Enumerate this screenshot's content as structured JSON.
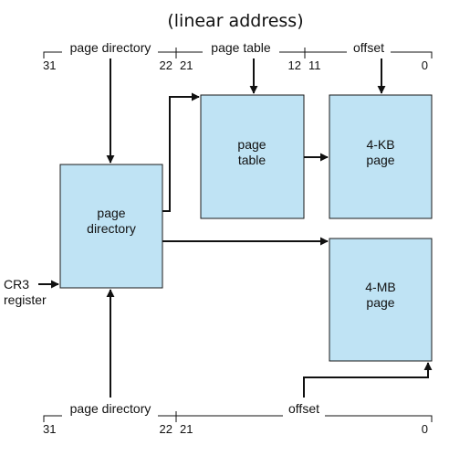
{
  "title": "(linear address)",
  "top_address": {
    "fields": [
      "page directory",
      "page table",
      "offset"
    ],
    "bits": [
      "31",
      "22",
      "21",
      "12",
      "11",
      "0"
    ]
  },
  "bottom_address": {
    "fields": [
      "page directory",
      "offset"
    ],
    "bits": [
      "31",
      "22",
      "21",
      "0"
    ]
  },
  "boxes": {
    "page_directory": [
      "page",
      "directory"
    ],
    "page_table": [
      "page",
      "table"
    ],
    "page_4kb": [
      "4-KB",
      "page"
    ],
    "page_4mb": [
      "4-MB",
      "page"
    ]
  },
  "cr3": [
    "CR3",
    "register"
  ],
  "colors": {
    "box_fill": "#bfe3f4",
    "line": "#111111"
  }
}
